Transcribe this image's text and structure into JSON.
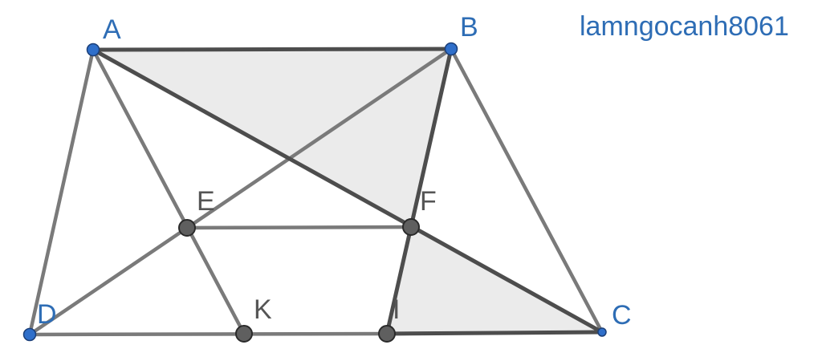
{
  "watermark": "lamngocanh8061",
  "colors": {
    "fill": "#ebebeb",
    "edge_light": "#7a7a7a",
    "edge_dark": "#4d4d4d",
    "point_blue": "#2f6fca",
    "point_gray": "#5f5f5f",
    "label_blue": "#2e6db5",
    "label_gray": "#555555"
  },
  "points": [
    {
      "id": "A",
      "label": "A",
      "style": "blue"
    },
    {
      "id": "B",
      "label": "B",
      "style": "blue"
    },
    {
      "id": "C",
      "label": "C",
      "style": "blue"
    },
    {
      "id": "D",
      "label": "D",
      "style": "blue"
    },
    {
      "id": "E",
      "label": "E",
      "style": "gray"
    },
    {
      "id": "F",
      "label": "F",
      "style": "gray"
    },
    {
      "id": "K",
      "label": "K",
      "style": "gray"
    },
    {
      "id": "I",
      "label": "I",
      "style": "gray"
    }
  ],
  "segments": [
    {
      "from": "A",
      "to": "B",
      "style": "dark"
    },
    {
      "from": "A",
      "to": "C",
      "style": "dark"
    },
    {
      "from": "B",
      "to": "I",
      "style": "dark"
    },
    {
      "from": "I",
      "to": "C",
      "style": "dark"
    },
    {
      "from": "A",
      "to": "D",
      "style": "light"
    },
    {
      "from": "B",
      "to": "C",
      "style": "light"
    },
    {
      "from": "D",
      "to": "I",
      "style": "light"
    },
    {
      "from": "B",
      "to": "D",
      "style": "light"
    },
    {
      "from": "A",
      "to": "K",
      "style": "light"
    },
    {
      "from": "E",
      "to": "F",
      "style": "light"
    }
  ],
  "shaded_regions": [
    [
      "A",
      "B",
      "F"
    ],
    [
      "F",
      "I",
      "C"
    ]
  ]
}
